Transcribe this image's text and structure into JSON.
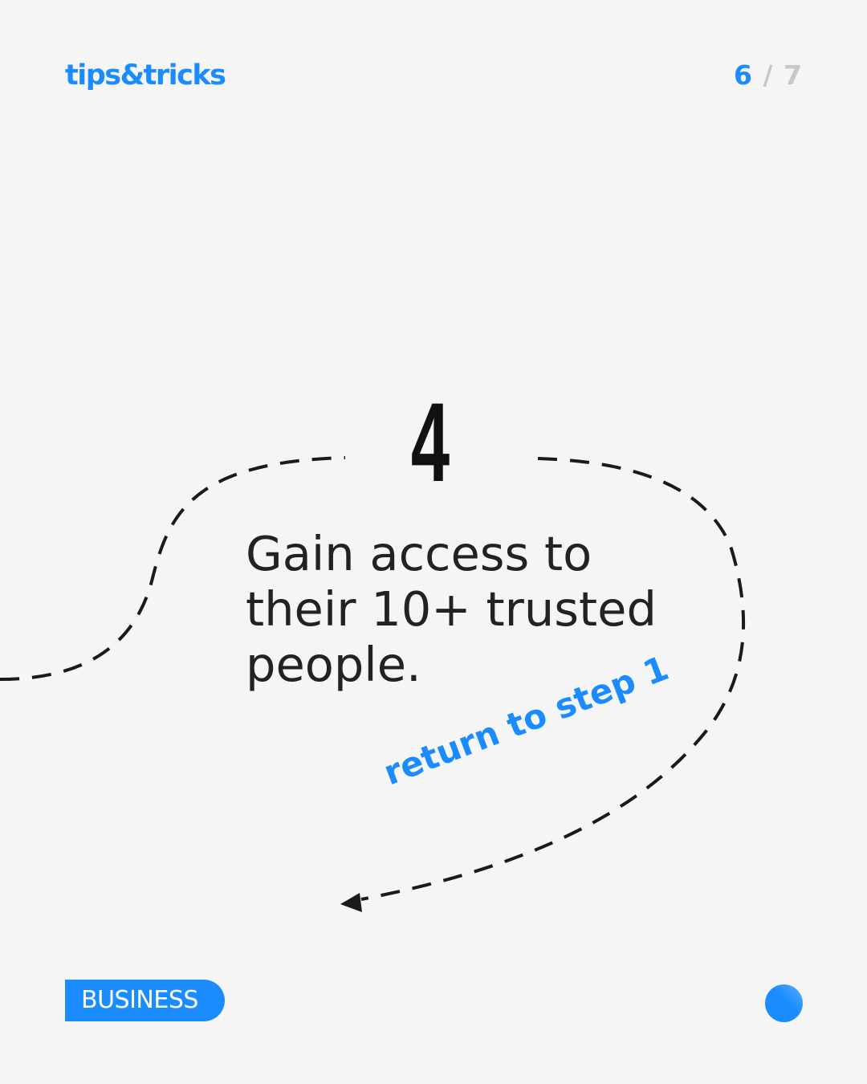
{
  "header": {
    "brand": "tips&tricks",
    "page_current": "6",
    "page_separator": "/",
    "page_total": "7"
  },
  "main": {
    "step_number": "4",
    "text": "Gain access to their 10+ trusted people.",
    "return_label": "return to step 1"
  },
  "footer": {
    "category": "BUSINESS"
  },
  "colors": {
    "accent": "#1a8cff",
    "background": "#f5f5f5",
    "text": "#222222"
  }
}
